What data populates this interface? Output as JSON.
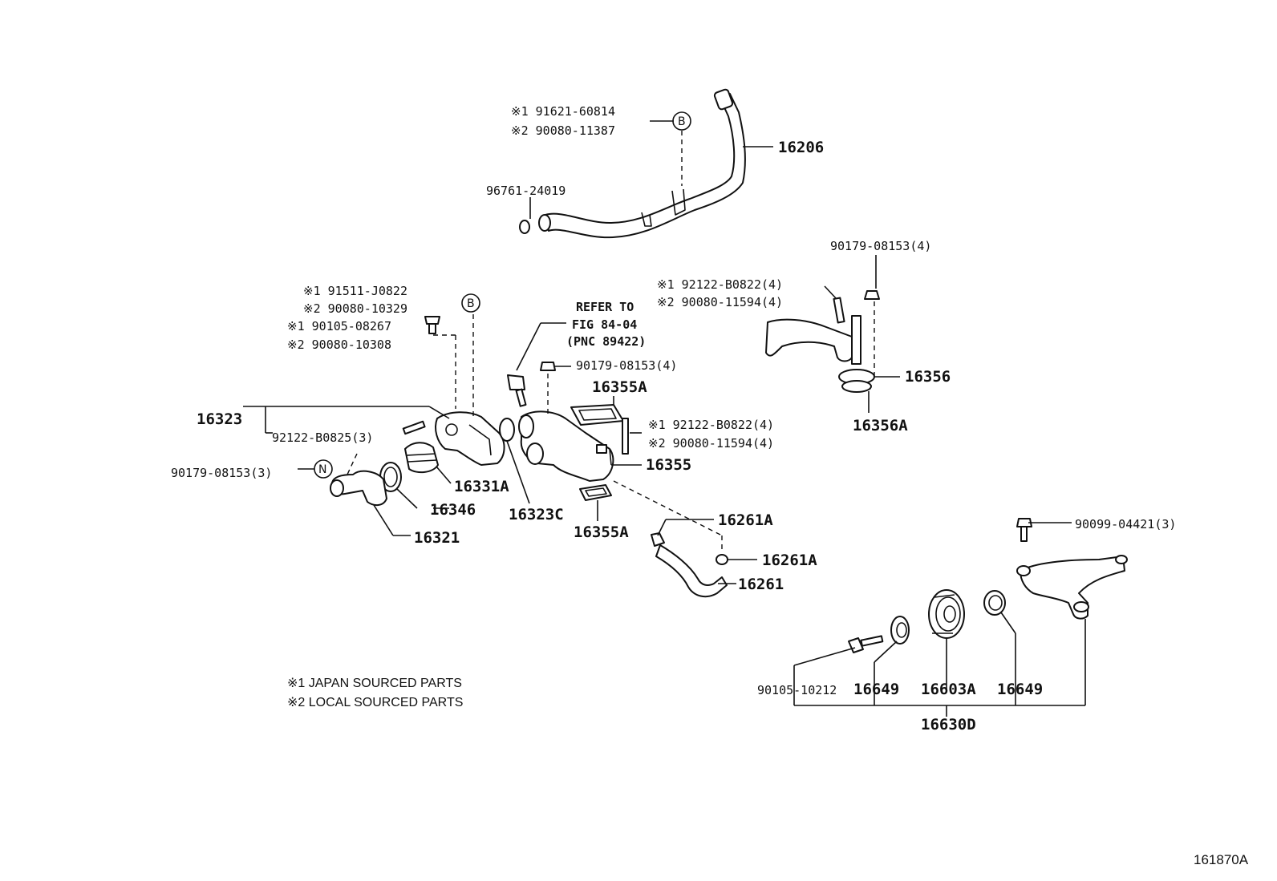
{
  "labels": {
    "p16206": "16206",
    "b1_1": "※1  91621-60814",
    "b1_2": "※2  90080-11387",
    "marker_b": "B",
    "p96761": "96761-24019",
    "p90179_a": "90179-08153(4)",
    "p92122_a1": "※1  92122-B0822(4)",
    "p90080_a2": "※2  90080-11594(4)",
    "p16356": "16356",
    "p16356A": "16356A",
    "p91511": "※1  91511-J0822",
    "p90080_10329": "※2  90080-10329",
    "p90105_08267": "※1  90105-08267",
    "p90080_10308": "※2  90080-10308",
    "refer1": "REFER TO",
    "refer2": "FIG 84-04",
    "refer3": "(PNC 89422)",
    "p90179_b": "90179-08153(4)",
    "p16355A_top": "16355A",
    "p16323": "16323",
    "p92122_b0825": "92122-B0825(3)",
    "p92122_b1": "※1 92122-B0822(4)",
    "p90080_b2": "※2 90080-11594(4)",
    "p90179_n": "90179-08153(3)",
    "marker_n": "N",
    "p16331A": "16331A",
    "p16355": "16355",
    "p16346": "16346",
    "p16323C": "16323C",
    "p16261A_1": "16261A",
    "p16355A_bot": "16355A",
    "p16321": "16321",
    "p16261A_2": "16261A",
    "p16261": "16261",
    "p90099": "90099-04421(3)",
    "p90105_10212": "90105-10212",
    "p16649_a": "16649",
    "p16603A": "16603A",
    "p16649_b": "16649",
    "p16630D": "16630D",
    "note1": "※1  JAPAN SOURCED PARTS",
    "note2": "※2  LOCAL SOURCED PARTS",
    "figure_id": "161870A"
  }
}
